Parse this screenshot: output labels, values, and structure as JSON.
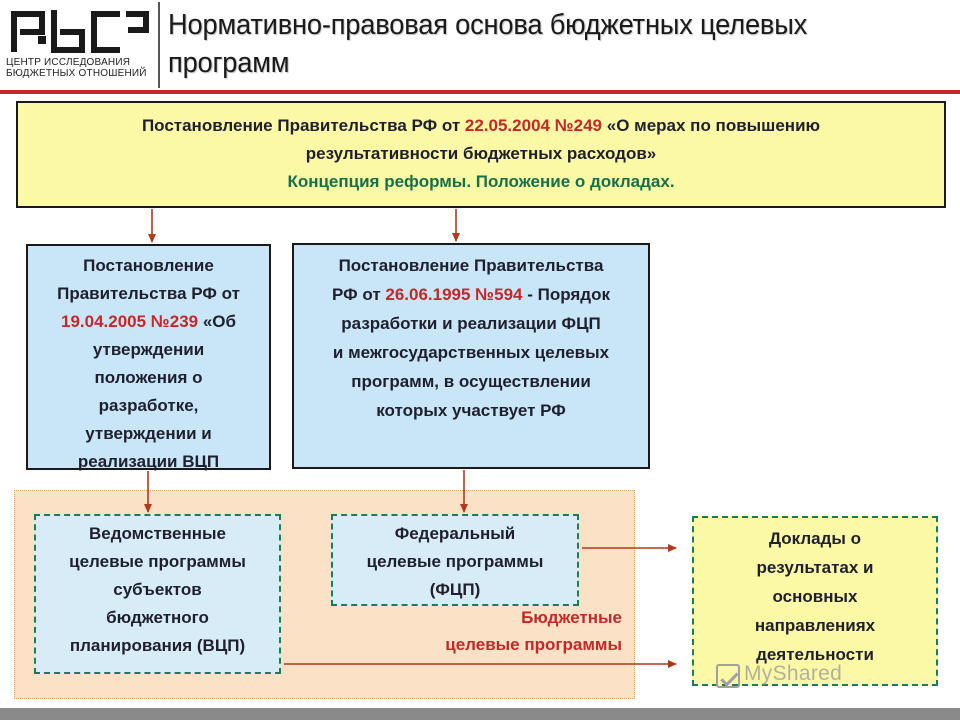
{
  "header": {
    "logo_line1": "ЦЕНТР ИССЛЕДОВАНИЯ",
    "logo_line2": "БЮДЖЕТНЫХ ОТНОШЕНИЙ",
    "title_line1": "Нормативно-правовая основа бюджетных целевых",
    "title_line2": "программ"
  },
  "top_box": {
    "part1": "Постановление Правительства РФ от ",
    "ref": "22.05.2004 №249",
    "part2": " «О мерах по повышению",
    "line2": "результативности бюджетных расходов»",
    "line3": "Концепция реформы. Положение о докладах."
  },
  "left_box": {
    "l1": "Постановление",
    "l2": "Правительства РФ от",
    "ref": "19.04.2005 №239",
    "l3_tail": " «Об",
    "l4": "утверждении",
    "l5": "положения о",
    "l6": "разработке,",
    "l7": "утверждении и",
    "l8": "реализации ВЦП"
  },
  "mid_box": {
    "l1": "Постановление Правительства",
    "l2_head": "РФ от ",
    "ref": "26.06.1995 №594",
    "l2_tail": " - Порядок",
    "l3": "разработки и реализации ФЦП",
    "l4": "и межгосударственных целевых",
    "l5": "программ, в осуществлении",
    "l6": "которых участвует РФ"
  },
  "vcp_box": {
    "l1": "Ведомственные",
    "l2": "целевые программы",
    "l3": "субъектов",
    "l4": "бюджетного",
    "l5": "планирования (ВЦП)"
  },
  "fcp_box": {
    "l1": "Федеральный",
    "l2": "целевые программы",
    "l3": "(ФЦП)"
  },
  "zone_label": {
    "l1": "Бюджетные",
    "l2": "целевые программы"
  },
  "reports_box": {
    "l1": "Доклады о",
    "l2": "результатах и",
    "l3": "основных",
    "l4": "направлениях",
    "l5": "деятельности"
  },
  "watermark": {
    "text": "MyShared"
  },
  "colors": {
    "accent_red": "#c62828",
    "green_text": "#17704a",
    "yellow_fill": "#fbf8a6",
    "blue_fill": "#c9e6f8",
    "zone_fill": "#fbe1c5",
    "dashed_border": "#1e7a5b",
    "arrow": "#b23a1a"
  }
}
